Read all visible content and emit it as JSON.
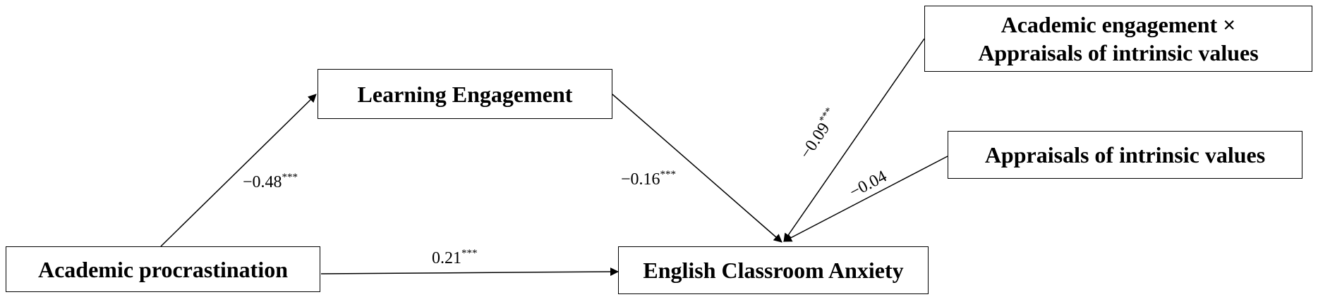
{
  "nodes": {
    "procrastination": "Academic procrastination",
    "engagement": "Learning Engagement",
    "anxiety": "English Classroom Anxiety",
    "interaction_line1": "Academic engagement ×",
    "interaction_line2": "Appraisals of intrinsic values",
    "appraisals": "Appraisals of intrinsic values"
  },
  "paths": {
    "a": {
      "value": "−0.48",
      "sig": "***"
    },
    "b": {
      "value": "−0.16",
      "sig": "***"
    },
    "c": {
      "value": "0.21",
      "sig": "***"
    },
    "interaction": {
      "value": "−0.09",
      "sig": "***"
    },
    "moderator": {
      "value": "−0.04"
    }
  }
}
